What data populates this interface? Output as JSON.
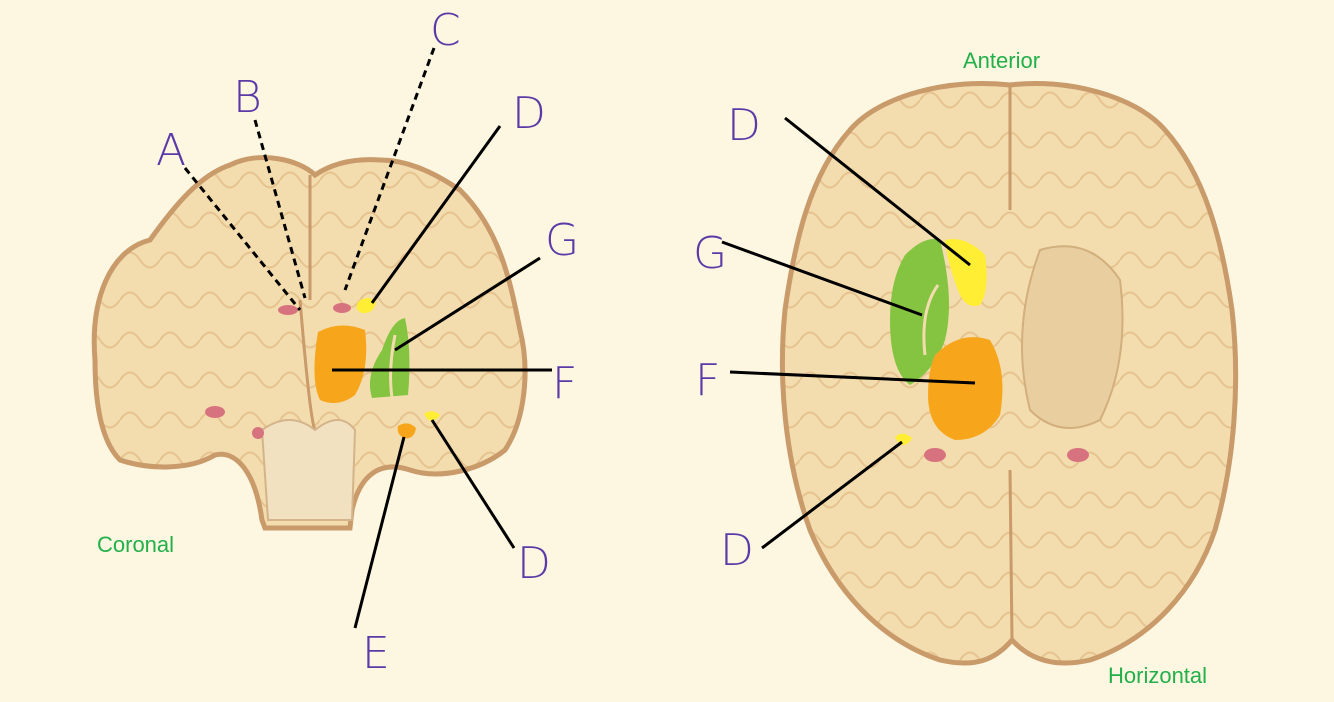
{
  "views": {
    "coronal": "Coronal",
    "horizontal": "Horizontal",
    "orientation": "Anterior"
  },
  "coronal_labels": {
    "a": "A",
    "b": "B",
    "c": "C",
    "d_top": "D",
    "g": "G",
    "f": "F",
    "d_bottom": "D",
    "e": "E"
  },
  "horizontal_labels": {
    "d_top": "D",
    "g": "G",
    "f": "F",
    "d_bottom": "D"
  },
  "colors": {
    "background": "#fdf6e0",
    "brain_tissue": "#f3dcae",
    "cortex_edge": "#c99a6a",
    "label_text": "#5b3aa8",
    "view_text": "#22b04a",
    "yellow_region": "#ffee33",
    "green_region": "#84c441",
    "orange_region": "#f7a61c",
    "leader_line": "#000000"
  }
}
